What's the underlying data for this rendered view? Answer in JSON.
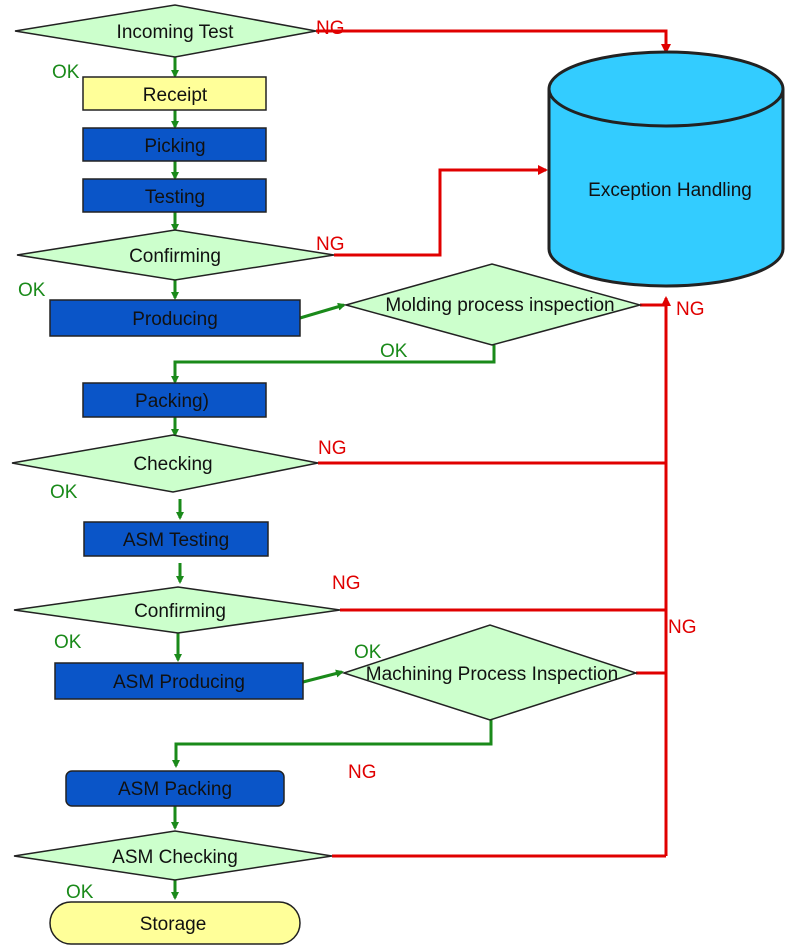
{
  "colors": {
    "decision_fill": "#ccffcc",
    "process_blue": "#0a55c8",
    "process_yellow": "#ffff99",
    "terminal_yellow": "#ffff99",
    "cylinder_cyan": "#33ccff",
    "ok_arrow": "#1a8a1a",
    "ng_arrow": "#e00000",
    "outline": "#222222"
  },
  "nodes": {
    "incoming_test": "Incoming Test",
    "receipt": "Receipt",
    "picking": "Picking",
    "testing": "Testing",
    "confirming_1": "Confirming",
    "producing": "Producing",
    "molding_inspection": "Molding process inspection",
    "packing": "Packing)",
    "checking": "Checking",
    "asm_testing": "ASM Testing",
    "confirming_2": "Confirming",
    "asm_producing": "ASM Producing",
    "machining_inspection": "Machining Process Inspection",
    "asm_packing": "ASM Packing",
    "asm_checking": "ASM Checking",
    "storage": "Storage",
    "exception_handling": "Exception Handling"
  },
  "labels": {
    "ok_1": "OK",
    "ok_2": "OK",
    "ok_3": "OK",
    "ok_4": "OK",
    "ok_5": "OK",
    "ok_6": "OK",
    "ok_7": "OK",
    "ng_1": "NG",
    "ng_2": "NG",
    "ng_3": "NG",
    "ng_4": "NG",
    "ng_5": "NG",
    "ng_6": "NG",
    "ng_7": "NG"
  }
}
